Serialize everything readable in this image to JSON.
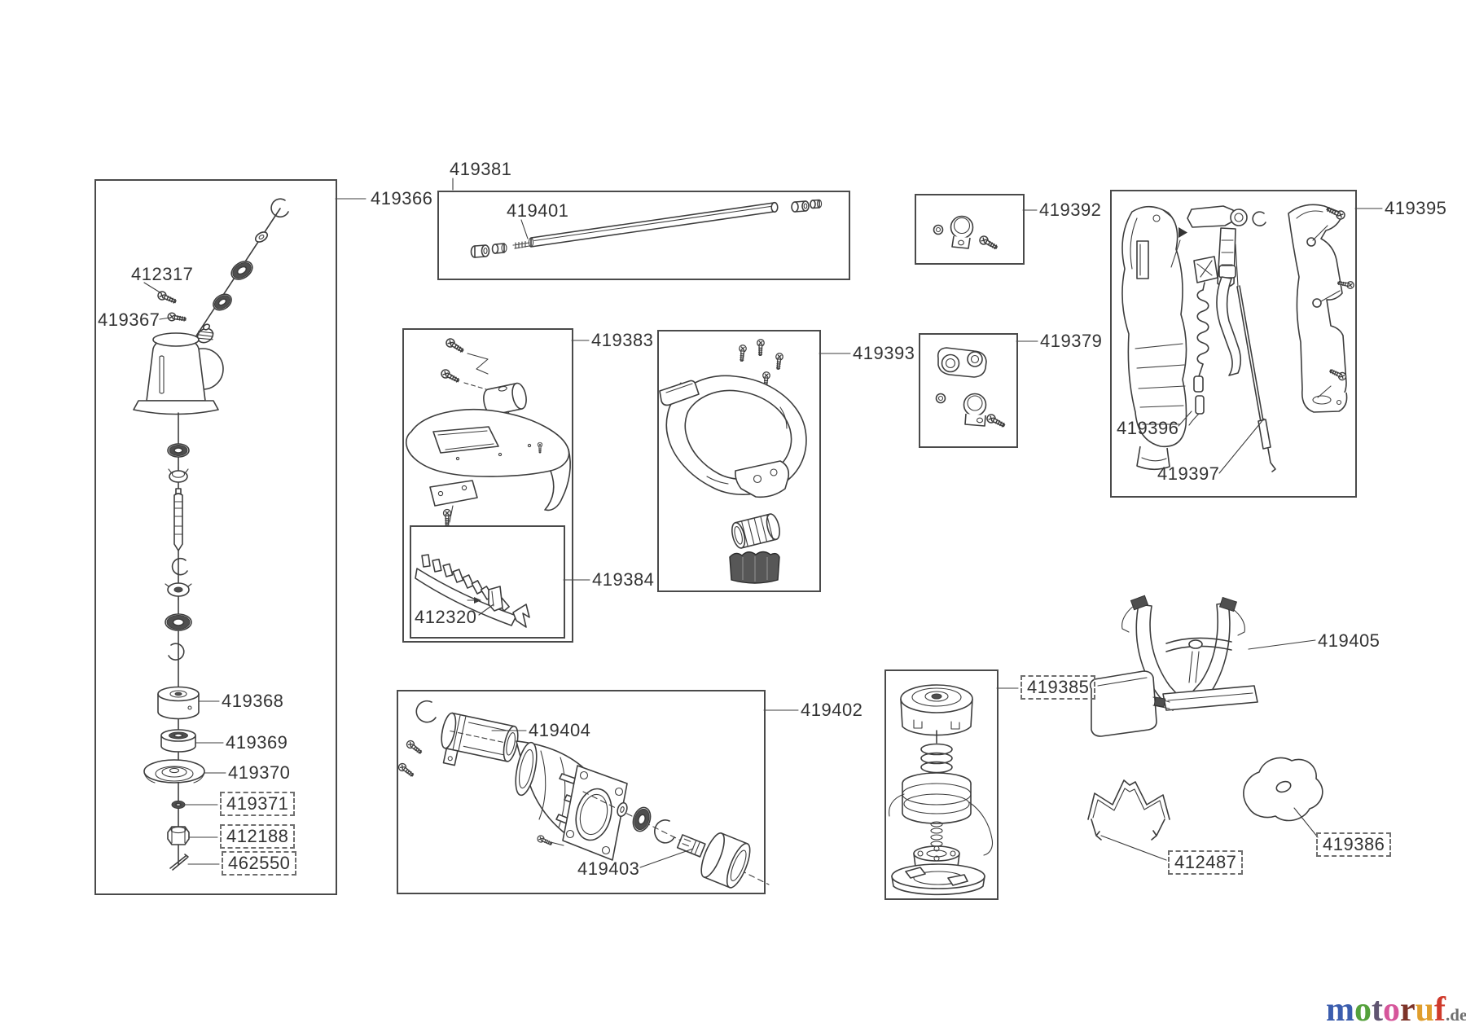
{
  "diagram": {
    "type": "exploded-parts-diagram",
    "line_color": "#3d3d3d",
    "box_border_color": "#4a4a4a",
    "callouts": {
      "c419366": {
        "text": "419366",
        "dashed": false
      },
      "c412317": {
        "text": "412317",
        "dashed": false
      },
      "c419367": {
        "text": "419367",
        "dashed": false
      },
      "c419368": {
        "text": "419368",
        "dashed": false
      },
      "c419369": {
        "text": "419369",
        "dashed": false
      },
      "c419370": {
        "text": "419370",
        "dashed": false
      },
      "c419371": {
        "text": "419371",
        "dashed": true
      },
      "c412188": {
        "text": "412188",
        "dashed": true
      },
      "c462550": {
        "text": "462550",
        "dashed": true
      },
      "c419381": {
        "text": "419381",
        "dashed": false
      },
      "c419401": {
        "text": "419401",
        "dashed": false
      },
      "c419383": {
        "text": "419383",
        "dashed": false
      },
      "c419384": {
        "text": "419384",
        "dashed": false
      },
      "c412320": {
        "text": "412320",
        "dashed": false
      },
      "c419393": {
        "text": "419393",
        "dashed": false
      },
      "c419392": {
        "text": "419392",
        "dashed": false
      },
      "c419379": {
        "text": "419379",
        "dashed": false
      },
      "c419395": {
        "text": "419395",
        "dashed": false
      },
      "c419396": {
        "text": "419396",
        "dashed": false
      },
      "c419397": {
        "text": "419397",
        "dashed": false
      },
      "c419402": {
        "text": "419402",
        "dashed": false
      },
      "c419404": {
        "text": "419404",
        "dashed": false
      },
      "c419403": {
        "text": "419403",
        "dashed": false
      },
      "c419385": {
        "text": "419385",
        "dashed": true
      },
      "c419405": {
        "text": "419405",
        "dashed": false
      },
      "c412487": {
        "text": "412487",
        "dashed": true
      },
      "c419386": {
        "text": "419386",
        "dashed": true
      }
    },
    "watermark": {
      "letters": [
        {
          "ch": "m",
          "color": "#3b5dae"
        },
        {
          "ch": "o",
          "color": "#55a13c"
        },
        {
          "ch": "t",
          "color": "#5f5470"
        },
        {
          "ch": "o",
          "color": "#d6569b"
        },
        {
          "ch": "r",
          "color": "#7d3328"
        },
        {
          "ch": "u",
          "color": "#e09e2d"
        },
        {
          "ch": "f",
          "color": "#cf3a2b"
        }
      ],
      "suffix": ".de",
      "suffix_color": "#6f6f6f"
    }
  }
}
